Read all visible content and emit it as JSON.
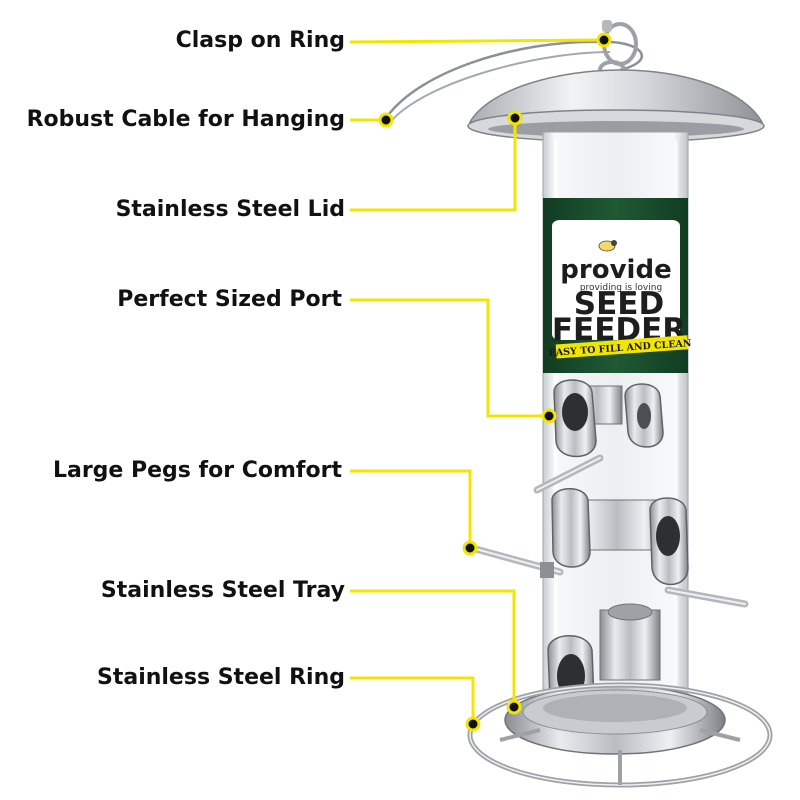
{
  "callouts": {
    "clasp": "Clasp on Ring",
    "cable": "Robust Cable for Hanging",
    "lid": "Stainless Steel Lid",
    "port": "Perfect Sized Port",
    "pegs": "Large Pegs for Comfort",
    "tray": "Stainless Steel Tray",
    "ring": "Stainless Steel Ring"
  },
  "product_label": {
    "brand": "provide",
    "tagline": "providing is loving",
    "line1": "SEED",
    "line2": "FEEDER",
    "strip": "EASY TO FILL AND CLEAN"
  },
  "colors": {
    "callout_line": "#f2e600",
    "label_green": "#1f5a34",
    "strip_yellow": "#f2e600",
    "steel": "#c9ccd0"
  }
}
